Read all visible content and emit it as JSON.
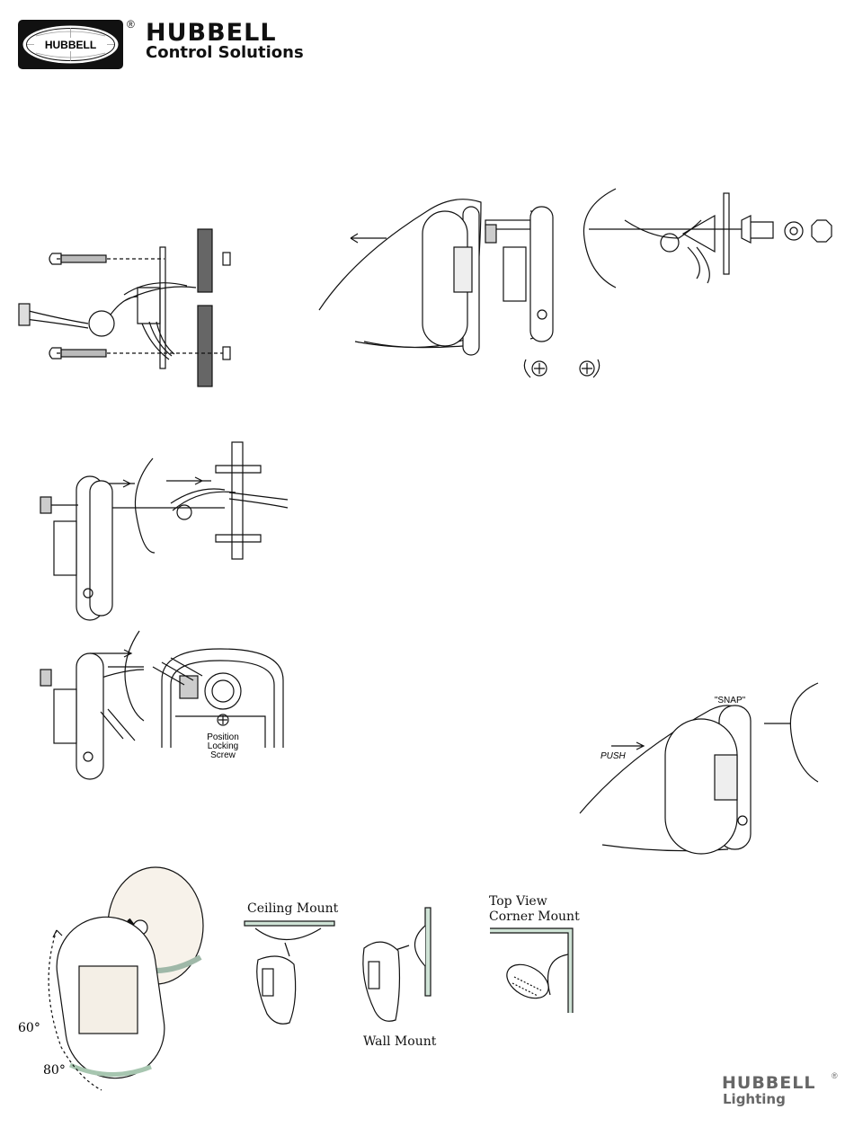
{
  "header": {
    "logo_text": "HUBBELL",
    "registered_mark": "®",
    "brand_title": "HUBBELL",
    "brand_subtitle": "Control Solutions"
  },
  "figures": {
    "locking_screw_label": [
      "Position",
      "Locking",
      "Screw"
    ],
    "snap_label": "\"SNAP\"",
    "push_label": "PUSH",
    "angle_60": "60°",
    "angle_80": "80°",
    "ceiling_mount": "Ceiling Mount",
    "wall_mount": "Wall Mount",
    "corner_mount_line1": "Top View",
    "corner_mount_line2": "Corner Mount"
  },
  "footer": {
    "brand": "HUBBELL",
    "registered_mark": "®",
    "division": "Lighting"
  },
  "colors": {
    "green_plate": "#cfe3d6",
    "cream": "#f3ece0",
    "line": "#111111"
  }
}
